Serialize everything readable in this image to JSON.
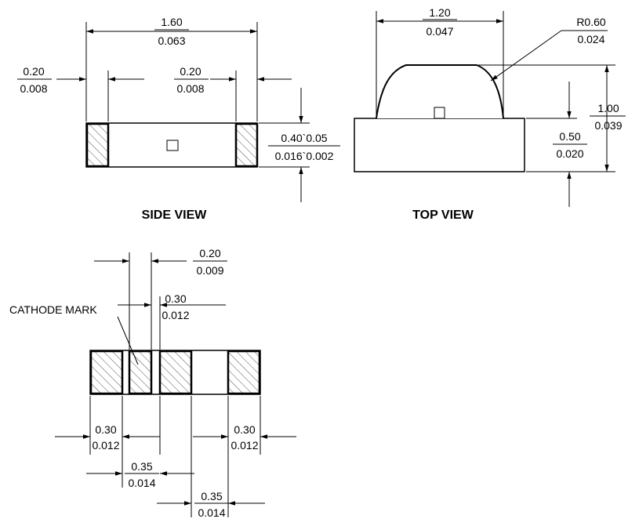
{
  "side_view": {
    "title": "SIDE VIEW",
    "length": {
      "mm": "1.60",
      "in": "0.063"
    },
    "left_terminal": {
      "mm": "0.20",
      "in": "0.008"
    },
    "right_terminal": {
      "mm": "0.20",
      "in": "0.008"
    },
    "thickness": {
      "mm": "0.40`0.05",
      "in": "0.016`0.002"
    }
  },
  "top_view": {
    "title": "TOP VIEW",
    "lens_width": {
      "mm": "1.20",
      "in": "0.047"
    },
    "lens_radius": {
      "mm": "R0.60",
      "in": "0.024"
    },
    "total_height": {
      "mm": "1.00",
      "in": "0.039"
    },
    "base_height": {
      "mm": "0.50",
      "in": "0.020"
    }
  },
  "bottom_view": {
    "cathode_label": "CATHODE MARK",
    "mark_width": {
      "mm": "0.20",
      "in": "0.009"
    },
    "mark_gap": {
      "mm": "0.30",
      "in": "0.012"
    },
    "left_pad": {
      "mm": "0.30",
      "in": "0.012"
    },
    "right_pad": {
      "mm": "0.30",
      "in": "0.012"
    },
    "span_a": {
      "mm": "0.35",
      "in": "0.014"
    },
    "span_b": {
      "mm": "0.35",
      "in": "0.014"
    }
  },
  "icons": {
    "arrow": "arrowhead-icon"
  }
}
